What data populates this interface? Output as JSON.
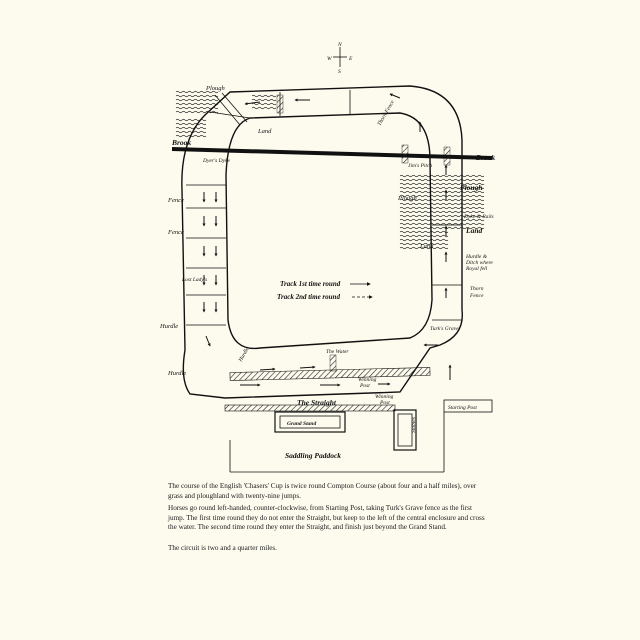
{
  "compass": {
    "w": "W",
    "n": "N",
    "s": "S",
    "e": "E"
  },
  "labels": {
    "plough_top": "Plough",
    "land_top": "Land",
    "brook_left": "Brook",
    "brook_right": "Brook",
    "dyers_dyke": "Dyer's Dyke",
    "thorn_fence_top": "Thorn Fence",
    "fence_1": "Fence",
    "fence_2": "Fence",
    "lost_ladys": "Lost Lady's",
    "hurdle_left": "Hurdle",
    "hurdle_bottom": "Hurdle",
    "jims_pitch": "Jim's Pitch",
    "plough_right_1": "Plough",
    "plough_right_2": "Plough",
    "dyke_rails": "Dyke & Rails",
    "land_right_1": "Land",
    "land_right_2": "Land",
    "hurdle_ditch_1": "Hurdle &",
    "hurdle_ditch_2": "Ditch where",
    "hurdle_ditch_3": "Royal fell",
    "thorn_fence_right_1": "Thorn",
    "thorn_fence_right_2": "Fence",
    "turks_grave": "Turk's Grave",
    "water": "The Water",
    "winning_post_inner_1": "Winning",
    "winning_post_inner_2": "Post",
    "winning_post_outer_1": "Winning",
    "winning_post_outer_2": "Post",
    "starting_post": "Starting Post",
    "straight": "The Straight",
    "grand_stand": "Grand Stand",
    "stables": "Stables",
    "saddling_paddock": "Saddling Paddock"
  },
  "legend": {
    "first": "Track 1st time round",
    "second": "Track 2nd time round"
  },
  "caption": {
    "p1": "The course of the English 'Chasers' Cup is twice round Compton Course (about four and a half miles), over grass and ploughland with twenty-nine jumps.",
    "p2": "Horses go round left-handed, counter-clockwise, from Starting Post, taking Turk's Grave fence as the first jump. The first time round they do not enter the Straight, but keep to the left of the central enclosure and cross the water. The second time round they enter the Straight, and finish just beyond the Grand Stand.",
    "p3": "The circuit is two and a quarter miles."
  }
}
